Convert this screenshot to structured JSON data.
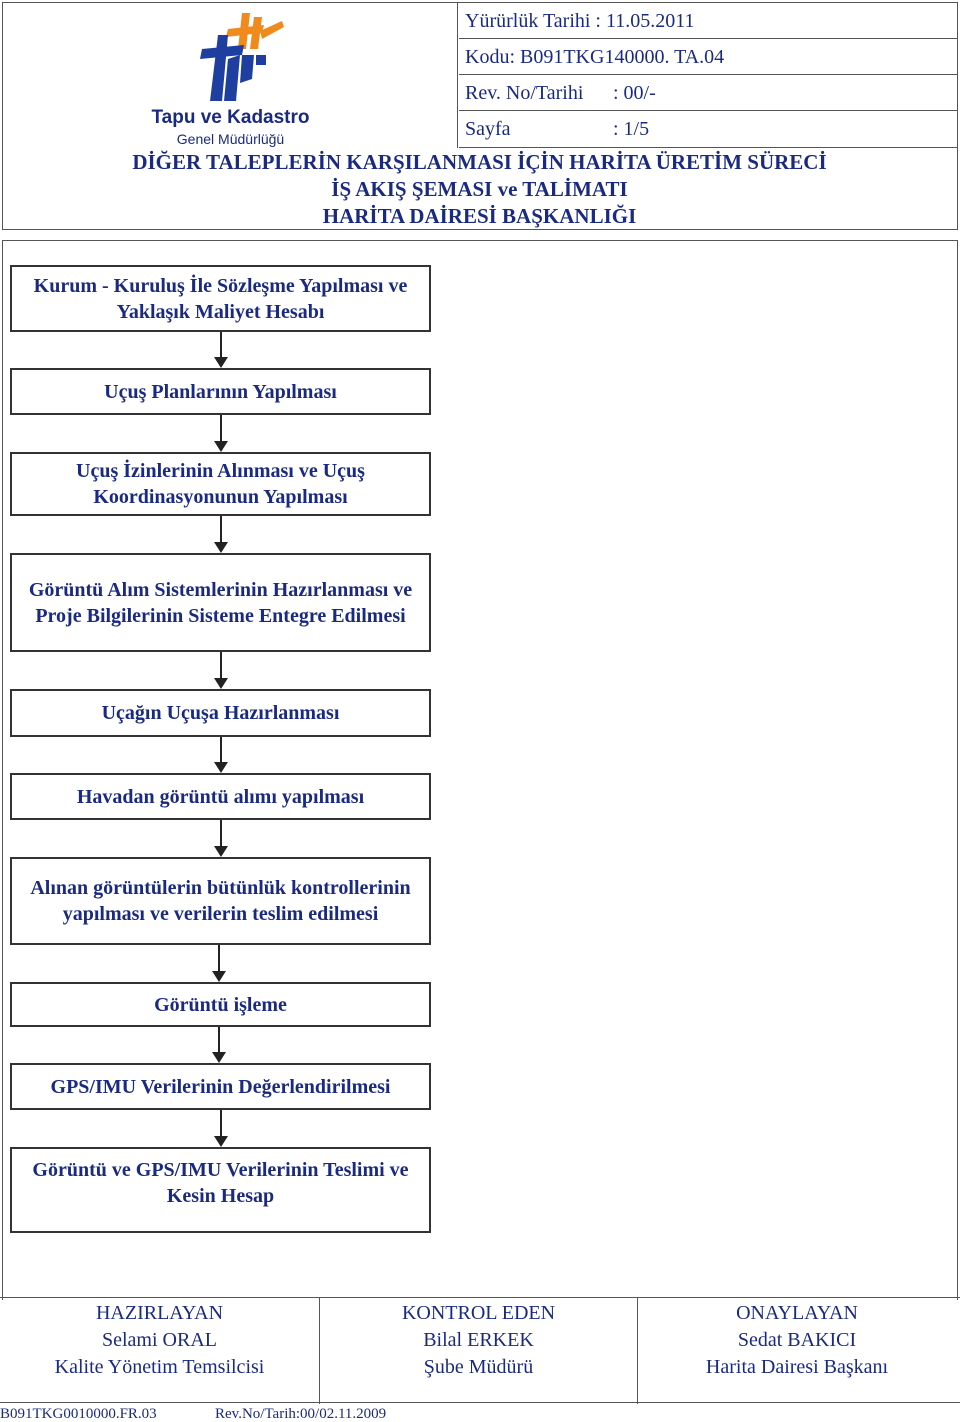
{
  "header": {
    "logo_title": "Tapu ve Kadastro",
    "logo_subtitle": "Genel Müdürlüğü",
    "effective_date": "Yürürlük Tarihi : 11.05.2011",
    "code": "Kodu: B091TKG140000. TA.04",
    "revision_label": "Rev. No/Tarihi",
    "revision_value": ": 00/-",
    "page_label": "Sayfa",
    "page_value": ": 1/5",
    "title_line1": "DİĞER TALEPLERİN KARŞILANMASI İÇİN HARİTA ÜRETİM SÜRECİ",
    "title_line2": "İŞ AKIŞ ŞEMASI ve TALİMATI",
    "title_line3": "HARİTA DAİRESİ BAŞKANLIĞI"
  },
  "steps": [
    "Kurum - Kuruluş İle Sözleşme Yapılması ve Yaklaşık Maliyet Hesabı",
    "Uçuş Planlarının Yapılması",
    "Uçuş İzinlerinin Alınması ve Uçuş Koordinasyonunun Yapılması",
    "Görüntü Alım Sistemlerinin Hazırlanması ve Proje Bilgilerinin Sisteme Entegre Edilmesi",
    "Uçağın Uçuşa Hazırlanması",
    "Havadan görüntü alımı yapılması",
    "Alınan görüntülerin bütünlük kontrollerinin yapılması ve verilerin teslim edilmesi",
    "Görüntü işleme",
    "GPS/IMU Verilerinin Değerlendirilmesi",
    "Görüntü ve GPS/IMU Verilerinin Teslimi ve Kesin Hesap"
  ],
  "signatures": {
    "prepared": {
      "role": "HAZIRLAYAN",
      "name": "Selami ORAL",
      "title": "Kalite Yönetim Temsilcisi"
    },
    "controlled": {
      "role": "KONTROL EDEN",
      "name": "Bilal ERKEK",
      "title": "Şube Müdürü"
    },
    "approved": {
      "role": "ONAYLAYAN",
      "name": "Sedat BAKICI",
      "title": "Harita Dairesi Başkanı"
    }
  },
  "footer": {
    "form_code": "B091TKG0010000.FR.03",
    "form_revision": "Rev.No/Tarih:00/02.11.2009"
  },
  "colors": {
    "text": "#1a2a80",
    "logo_blue": "#1f3fa0",
    "logo_orange": "#f08a1c",
    "border": "#333333"
  }
}
